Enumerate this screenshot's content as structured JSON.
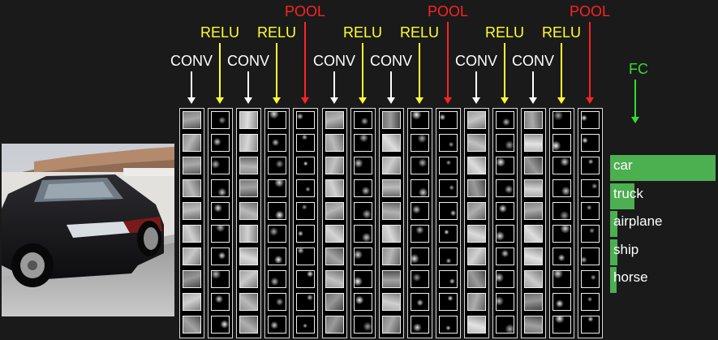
{
  "colors": {
    "background": "#1a1a1a",
    "conv": "#ffffff",
    "relu": "#ffff33",
    "pool": "#ff2222",
    "fc": "#33dd33",
    "bar": "#4caf50"
  },
  "layers": [
    {
      "type": "CONV",
      "label": "CONV"
    },
    {
      "type": "RELU",
      "label": "RELU"
    },
    {
      "type": "CONV",
      "label": "CONV"
    },
    {
      "type": "RELU",
      "label": "RELU"
    },
    {
      "type": "POOL",
      "label": "POOL"
    },
    {
      "type": "CONV",
      "label": "CONV"
    },
    {
      "type": "RELU",
      "label": "RELU"
    },
    {
      "type": "CONV",
      "label": "CONV"
    },
    {
      "type": "RELU",
      "label": "RELU"
    },
    {
      "type": "POOL",
      "label": "POOL"
    },
    {
      "type": "CONV",
      "label": "CONV"
    },
    {
      "type": "RELU",
      "label": "RELU"
    },
    {
      "type": "CONV",
      "label": "CONV"
    },
    {
      "type": "RELU",
      "label": "RELU"
    },
    {
      "type": "POOL",
      "label": "POOL"
    }
  ],
  "fc": {
    "label": "FC"
  },
  "classes": [
    {
      "label": "car",
      "score": 1.0
    },
    {
      "label": "truck",
      "score": 0.23
    },
    {
      "label": "airplane",
      "score": 0.07
    },
    {
      "label": "ship",
      "score": 0.07
    },
    {
      "label": "horse",
      "score": 0.05
    }
  ]
}
